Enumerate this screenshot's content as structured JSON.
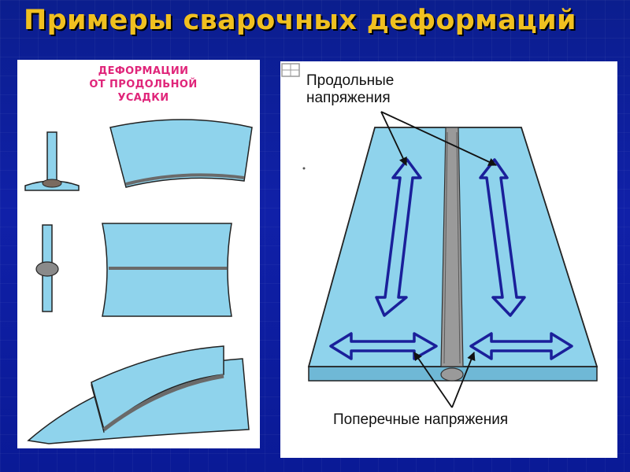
{
  "slide": {
    "title": "Примеры сварочных деформаций"
  },
  "left_panel": {
    "heading_lines": [
      "ДЕФОРМАЦИИ",
      "ОТ ПРОДОЛЬНОЙ",
      "УСАДКИ"
    ]
  },
  "right_panel": {
    "longitudinal_label_lines": [
      "Продольные",
      "напряжения"
    ],
    "transverse_label": "Поперечные напряжения"
  },
  "colors": {
    "background": "#0b1e8e",
    "title": "#f0c020",
    "heading": "#e0257a",
    "metal": "#8fd3ec",
    "arrow_stroke": "#1a1f9a"
  }
}
